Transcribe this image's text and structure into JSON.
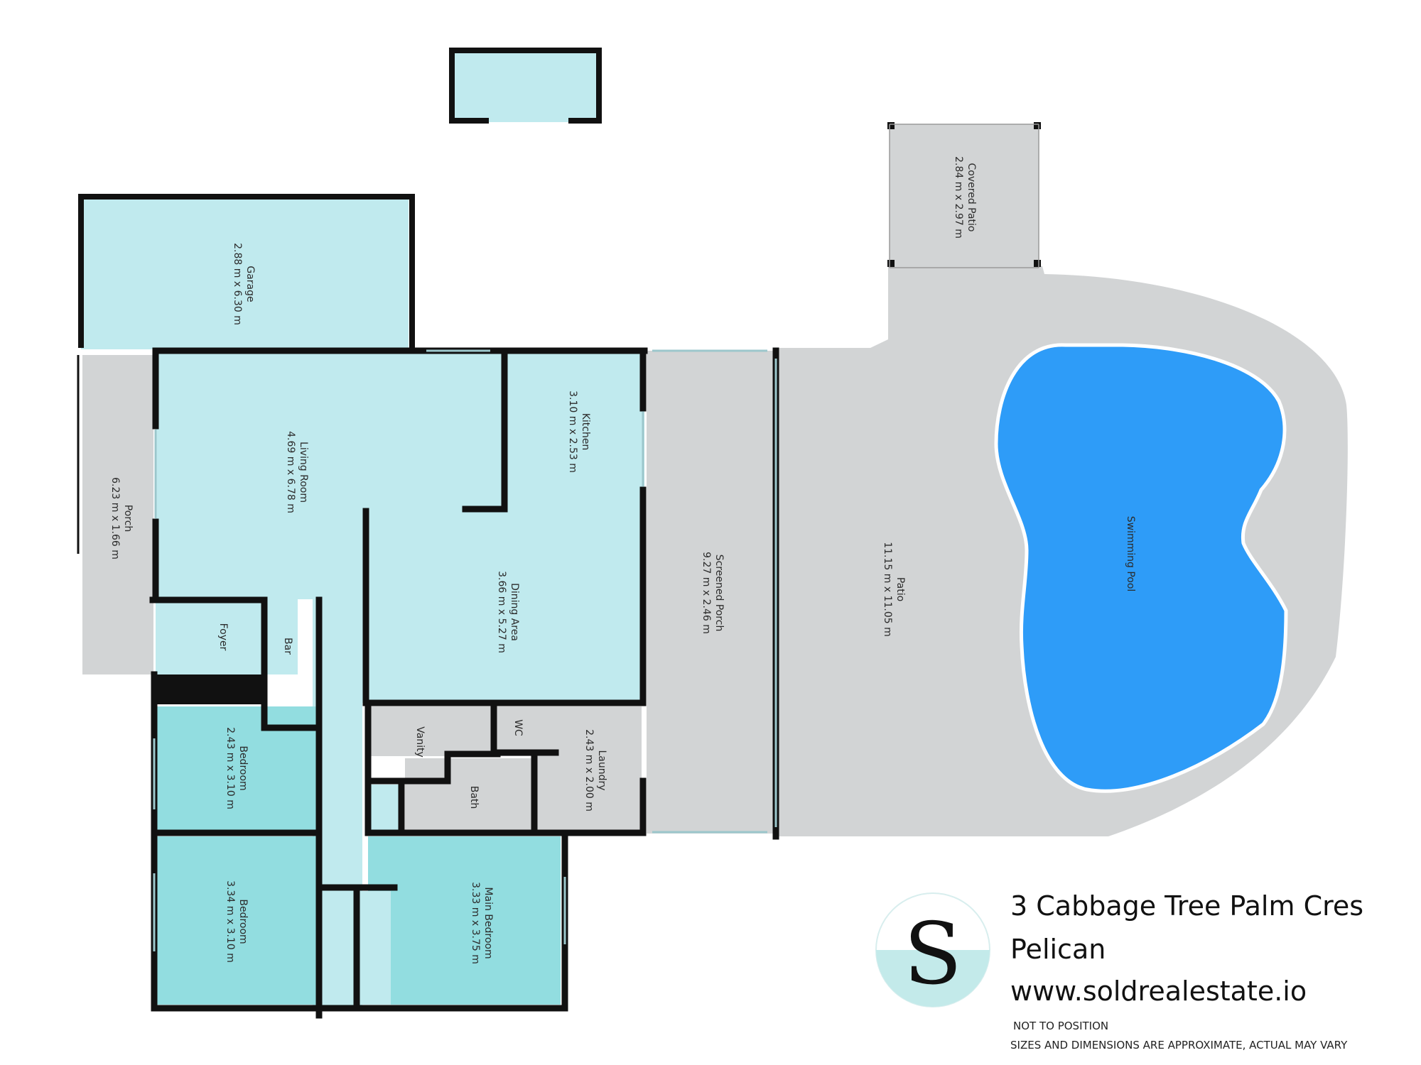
{
  "colors": {
    "room": "#c0eaee",
    "room_alt": "#92dde0",
    "outdoor": "#d2d4d5",
    "pool": "#2e9cf8",
    "wall": "#111111",
    "logo_band": "#c3eaea"
  },
  "rooms": {
    "garage": {
      "name": "Garage",
      "dims": "2.88 m x 6.30 m"
    },
    "porch": {
      "name": "Porch",
      "dims": "6.23 m x 1.66 m"
    },
    "living": {
      "name": "Living Room",
      "dims": "4.69 m x 6.78 m"
    },
    "kitchen": {
      "name": "Kitchen",
      "dims": "3.10 m x 2.53 m"
    },
    "dining": {
      "name": "Dining Area",
      "dims": "3.66 m x 5.27 m"
    },
    "screened": {
      "name": "Screened Porch",
      "dims": "9.27 m x 2.46 m"
    },
    "patio": {
      "name": "Patio",
      "dims": "11.15 m x 11.05 m"
    },
    "covered_patio": {
      "name": "Covered Patio",
      "dims": "2.84 m x 2.97 m"
    },
    "pool": {
      "name": "Swimming Pool"
    },
    "foyer": {
      "name": "Foyer"
    },
    "bar": {
      "name": "Bar"
    },
    "bedroom1": {
      "name": "Bedroom",
      "dims": "2.43 m x 3.10 m"
    },
    "bedroom2": {
      "name": "Bedroom",
      "dims": "3.34 m x 3.10 m"
    },
    "main_bedroom": {
      "name": "Main Bedroom",
      "dims": "3.33 m x 3.75 m"
    },
    "vanity": {
      "name": "Vanity"
    },
    "wc": {
      "name": "WC"
    },
    "bath": {
      "name": "Bath"
    },
    "laundry": {
      "name": "Laundry",
      "dims": "2.43 m x 2.00 m"
    }
  },
  "branding": {
    "logo_letter": "S",
    "address_line1": "3 Cabbage Tree Palm Cres",
    "address_line2": "Pelican",
    "website": "www.soldrealestate.io",
    "disclaimer1": "NOT TO POSITION",
    "disclaimer2": "SIZES AND DIMENSIONS ARE APPROXIMATE, ACTUAL MAY VARY"
  }
}
